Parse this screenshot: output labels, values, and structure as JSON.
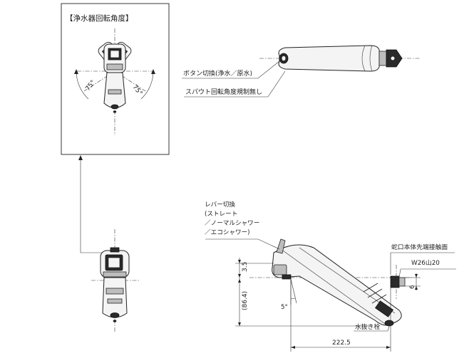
{
  "detail_box": {
    "title": "【浄水器回転角度】"
  },
  "rotation": {
    "left_angle": "75°",
    "right_angle": "75°"
  },
  "callouts": {
    "button_switch": "ボタン切換(浄水／原水)",
    "spout_rotation": "スパウト回転角度規制無し",
    "lever_switch_lines": [
      "レバー切換",
      "(ストレート",
      "／ノーマルシャワー",
      "／エコシャワー)"
    ],
    "faucet_contact": "蛇口本体先端接触面",
    "thread": "W26山20",
    "drain_plug": "水抜き栓"
  },
  "dimensions": {
    "d1": "3.5",
    "d2": "(86.4)",
    "d3": "5°",
    "d4": "6",
    "d5": "222.5"
  }
}
